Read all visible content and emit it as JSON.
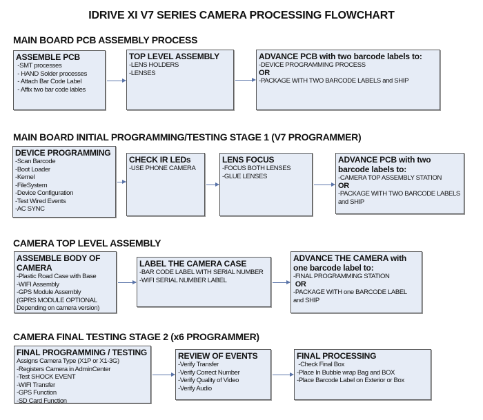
{
  "title": "IDRIVE XI V7 SERIES CAMERA PROCESSING FLOWCHART",
  "sections": [
    {
      "heading": "MAIN BOARD PCB ASSEMBLY PROCESS",
      "boxes": [
        {
          "title": "ASSEMBLE PCB",
          "items": [
            " -SMT processes",
            " - HAND Solder processes",
            " - Attach Bar Code Label",
            " - Affix two bar code lables"
          ]
        },
        {
          "title": "TOP LEVEL ASSEMBLY",
          "items": [
            "-LENS HOLDERS",
            "-LENSES"
          ]
        },
        {
          "title": "ADVANCE PCB with two barcode labels to:",
          "items": [
            "-DEVICE PROGRAMMING PROCESS",
            "OR",
            "-PACKAGE WITH TWO BARCODE LABELS and SHIP"
          ]
        }
      ]
    },
    {
      "heading": "MAIN BOARD INITIAL PROGRAMMING/TESTING STAGE 1 (V7 PROGRAMMER)",
      "boxes": [
        {
          "title": "DEVICE PROGRAMMING",
          "items": [
            "-Scan Barcode",
            "-Boot Loader",
            "-Kernel",
            "-FileSystem",
            "-Device Configuration",
            "-Test Wired Events",
            "-AC SYNC"
          ]
        },
        {
          "title": "CHECK IR LEDs",
          "items": [
            "-USE PHONE CAMERA"
          ]
        },
        {
          "title": "LENS FOCUS",
          "items": [
            "-FOCUS BOTH LENSES",
            "-GLUE LENSES"
          ]
        },
        {
          "title": "ADVANCE PCB with two barcode labels to:",
          "items": [
            "-CAMERA TOP ASSEMBLY STATION",
            "OR",
            "-PACKAGE WITH TWO BARCODE LABELS",
            "and SHIP"
          ]
        }
      ]
    },
    {
      "heading": "CAMERA TOP LEVEL ASSEMBLY",
      "boxes": [
        {
          "title": "ASSEMBLE BODY OF CAMERA",
          "items": [
            "-Plastic Road Case with Base",
            "-WIFI Assembly",
            "-GPS Module Assembly",
            "(GPRS MODULE OPTIONAL",
            "Depending on camera version)"
          ]
        },
        {
          "title": "LABEL THE CAMERA CASE",
          "items": [
            "-BAR CODE LABEL WITH SERIAL NUMBER",
            "-WIFI SERIAL NUMBER LABEL"
          ]
        },
        {
          "title": "ADVANCE THE CAMERA with one barcode label to:",
          "items": [
            "-FINAL PROGRAMMING STATION",
            " OR",
            "-PACKAGE WITH one BARCODE LABEL",
            "and SHIP"
          ]
        }
      ]
    },
    {
      "heading": "CAMERA FINAL TESTING STAGE 2 (x6 PROGRAMMER)",
      "boxes": [
        {
          "title": "FINAL PROGRAMMING / TESTING",
          "items": [
            "Assigns Camera Type (X1P or X1-3G)",
            "-Registers Camera in AdminCenter",
            "-Test SHOCK EVENT",
            "-WIFI Transfer",
            "-GPS Function",
            "-SD Card Function"
          ]
        },
        {
          "title": "REVIEW OF EVENTS",
          "items": [
            "-Verify Transfer",
            "-Verify Correct Number",
            "-Verify Quality of Video",
            "-Verify Audio"
          ]
        },
        {
          "title": "FINAL PROCESSING",
          "items": [
            " -Check Final Box",
            "-Place In Bubble wrap Bag and BOX",
            "-Place Barcode Label on Exterior or Box"
          ]
        }
      ]
    }
  ],
  "colors": {
    "box_fill": "#e6ecf6",
    "box_border": "#555555",
    "arrow": "#5a74a8"
  }
}
